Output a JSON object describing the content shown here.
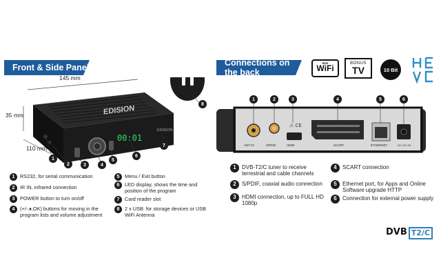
{
  "left_panel": {
    "title": "Front & Side Panel",
    "dims": {
      "width": "145 mm",
      "height": "35 mm",
      "depth": "110 mm"
    },
    "brand": "EDISION",
    "display_digits": "00:01",
    "callouts": [
      "1",
      "2",
      "3",
      "4",
      "5",
      "6",
      "7",
      "8"
    ],
    "legend": [
      {
        "n": "1",
        "text": "RS232, for serial communication"
      },
      {
        "n": "2",
        "text": "IR IN, infrared connection"
      },
      {
        "n": "3",
        "text": "POWER button to turn on/off"
      },
      {
        "n": "4",
        "text": "(+/-,♦,OK) buttons  for moving in the program lists and volume adjustment"
      },
      {
        "n": "5",
        "text": "Menu / Exit button"
      },
      {
        "n": "6",
        "text": "LED display, shows the time and position of the program"
      },
      {
        "n": "7",
        "text": "Card reader slot"
      },
      {
        "n": "8",
        "text": "2 x USB: for storage devices or USB WiFi Antenna"
      }
    ]
  },
  "right_panel": {
    "title": "Connections on the back",
    "logos": {
      "wifi_top": "IEEE",
      "wifi": "WiFi",
      "bonus": "BONUS",
      "tv": "TV",
      "tenbit": "10 Bit"
    },
    "port_labels": [
      "ANT IN",
      "S/PDIF",
      "HDMI",
      "SCART",
      "ETHERNET",
      "DC 12V IN"
    ],
    "callouts": [
      "1",
      "2",
      "3",
      "4",
      "5",
      "6"
    ],
    "legend": [
      {
        "n": "1",
        "text": "DVB-T2/C tuner to receive terrestrial and cable channels"
      },
      {
        "n": "2",
        "text": "S/PDIF, coaxial audio connection"
      },
      {
        "n": "3",
        "text": "HDMI connection, up to FULL HD 1080p"
      },
      {
        "n": "4",
        "text": "SCART connection"
      },
      {
        "n": "5",
        "text": "Ethernet port, for Apps and Online Software upgrade HTTP"
      },
      {
        "n": "6",
        "text": "Connection for external power supply"
      }
    ],
    "dvb_logo": {
      "dvb": "DVB",
      "t2c": "T2/C"
    }
  }
}
